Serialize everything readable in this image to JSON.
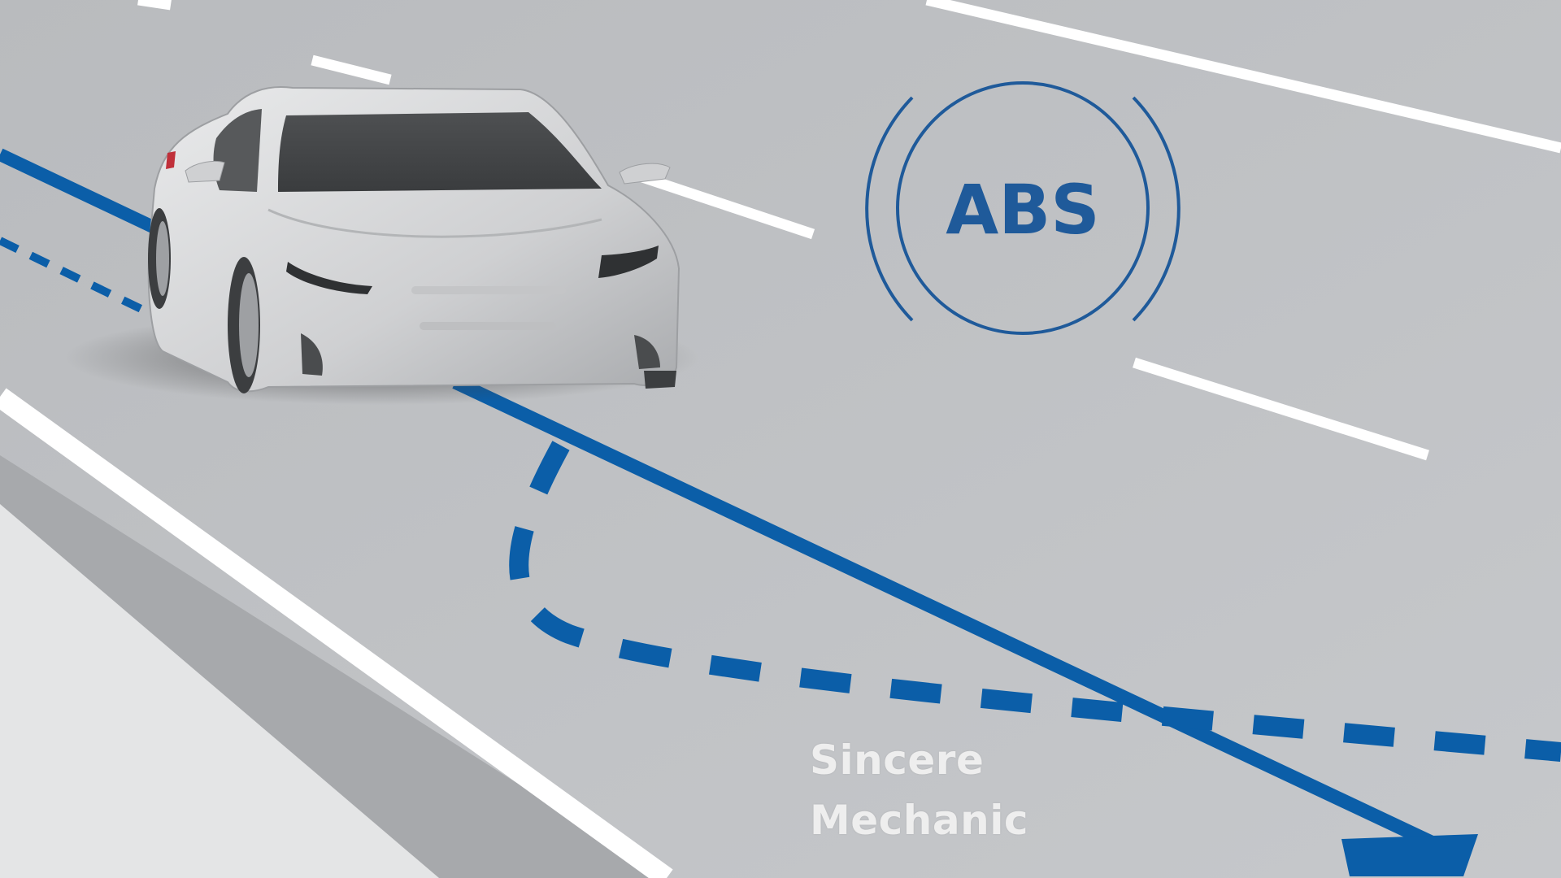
{
  "abs_icon": {
    "label": "ABS",
    "color": "#1f5a9a"
  },
  "watermark": {
    "line1": "Sincere",
    "line2": "Mechanic"
  },
  "colors": {
    "road": "#c3c5c8",
    "road_edge": "#9a9c9f",
    "lane_marking": "#ffffff",
    "path_blue": "#0b5ea8",
    "car_body": "#d4d5d7"
  }
}
